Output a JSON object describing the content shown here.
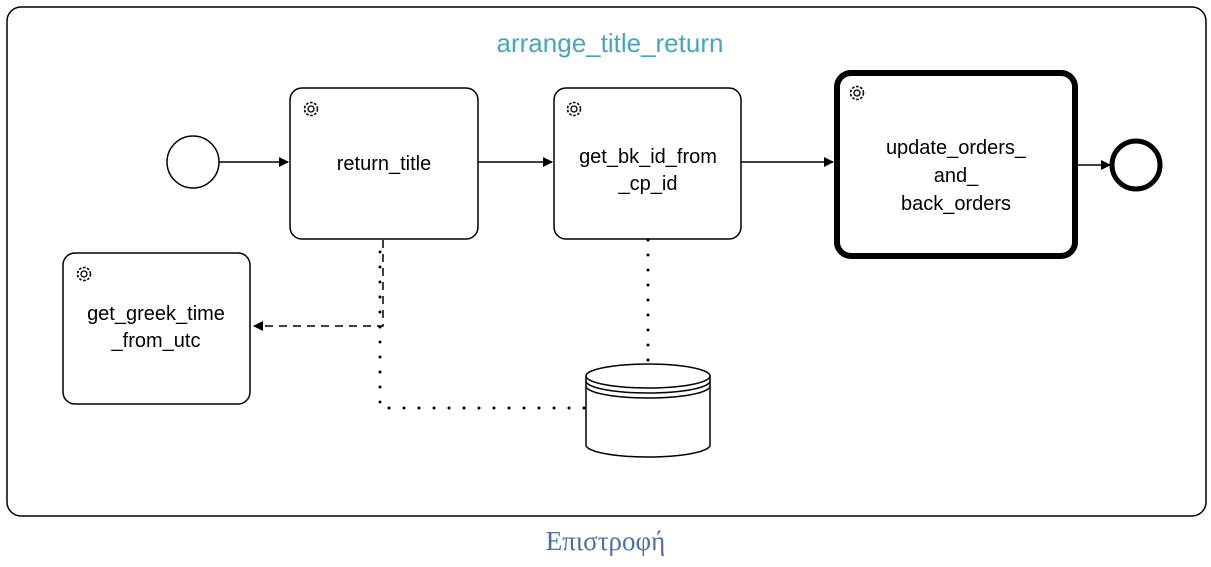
{
  "container": {
    "title": "arrange_title_return"
  },
  "tasks": [
    {
      "id": "return_title",
      "lines": [
        "return_title"
      ]
    },
    {
      "id": "get_bk_id",
      "lines": [
        "get_bk_id_from",
        "_cp_id"
      ]
    },
    {
      "id": "update_orders",
      "lines": [
        "update_orders_",
        "and_",
        "back_orders"
      ]
    },
    {
      "id": "get_greek_time",
      "lines": [
        "get_greek_time",
        "_from_utc"
      ]
    }
  ],
  "caption": "Επιστροφή",
  "colors": {
    "title": "#4aa3bf",
    "caption": "#4f6fa6",
    "stroke": "#000000"
  },
  "icons": {
    "task_type": "gear-icon",
    "data_store": "database-icon"
  }
}
